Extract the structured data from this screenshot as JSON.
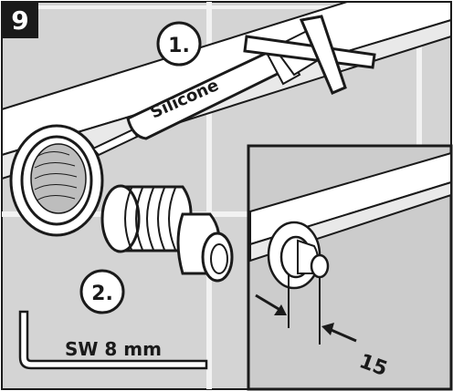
{
  "step": {
    "number": "9"
  },
  "labels": {
    "step1": "1.",
    "step2": "2.",
    "tube": "Silicone",
    "wrench": "SW 8 mm",
    "dimension": "15"
  },
  "colors": {
    "background": "#ffffff",
    "wall": "#d4d4d4",
    "grout": "#f2f2f2",
    "stroke": "#1a1a1a",
    "inset_wall": "#cccccc",
    "badge": "#1a1a1a"
  }
}
